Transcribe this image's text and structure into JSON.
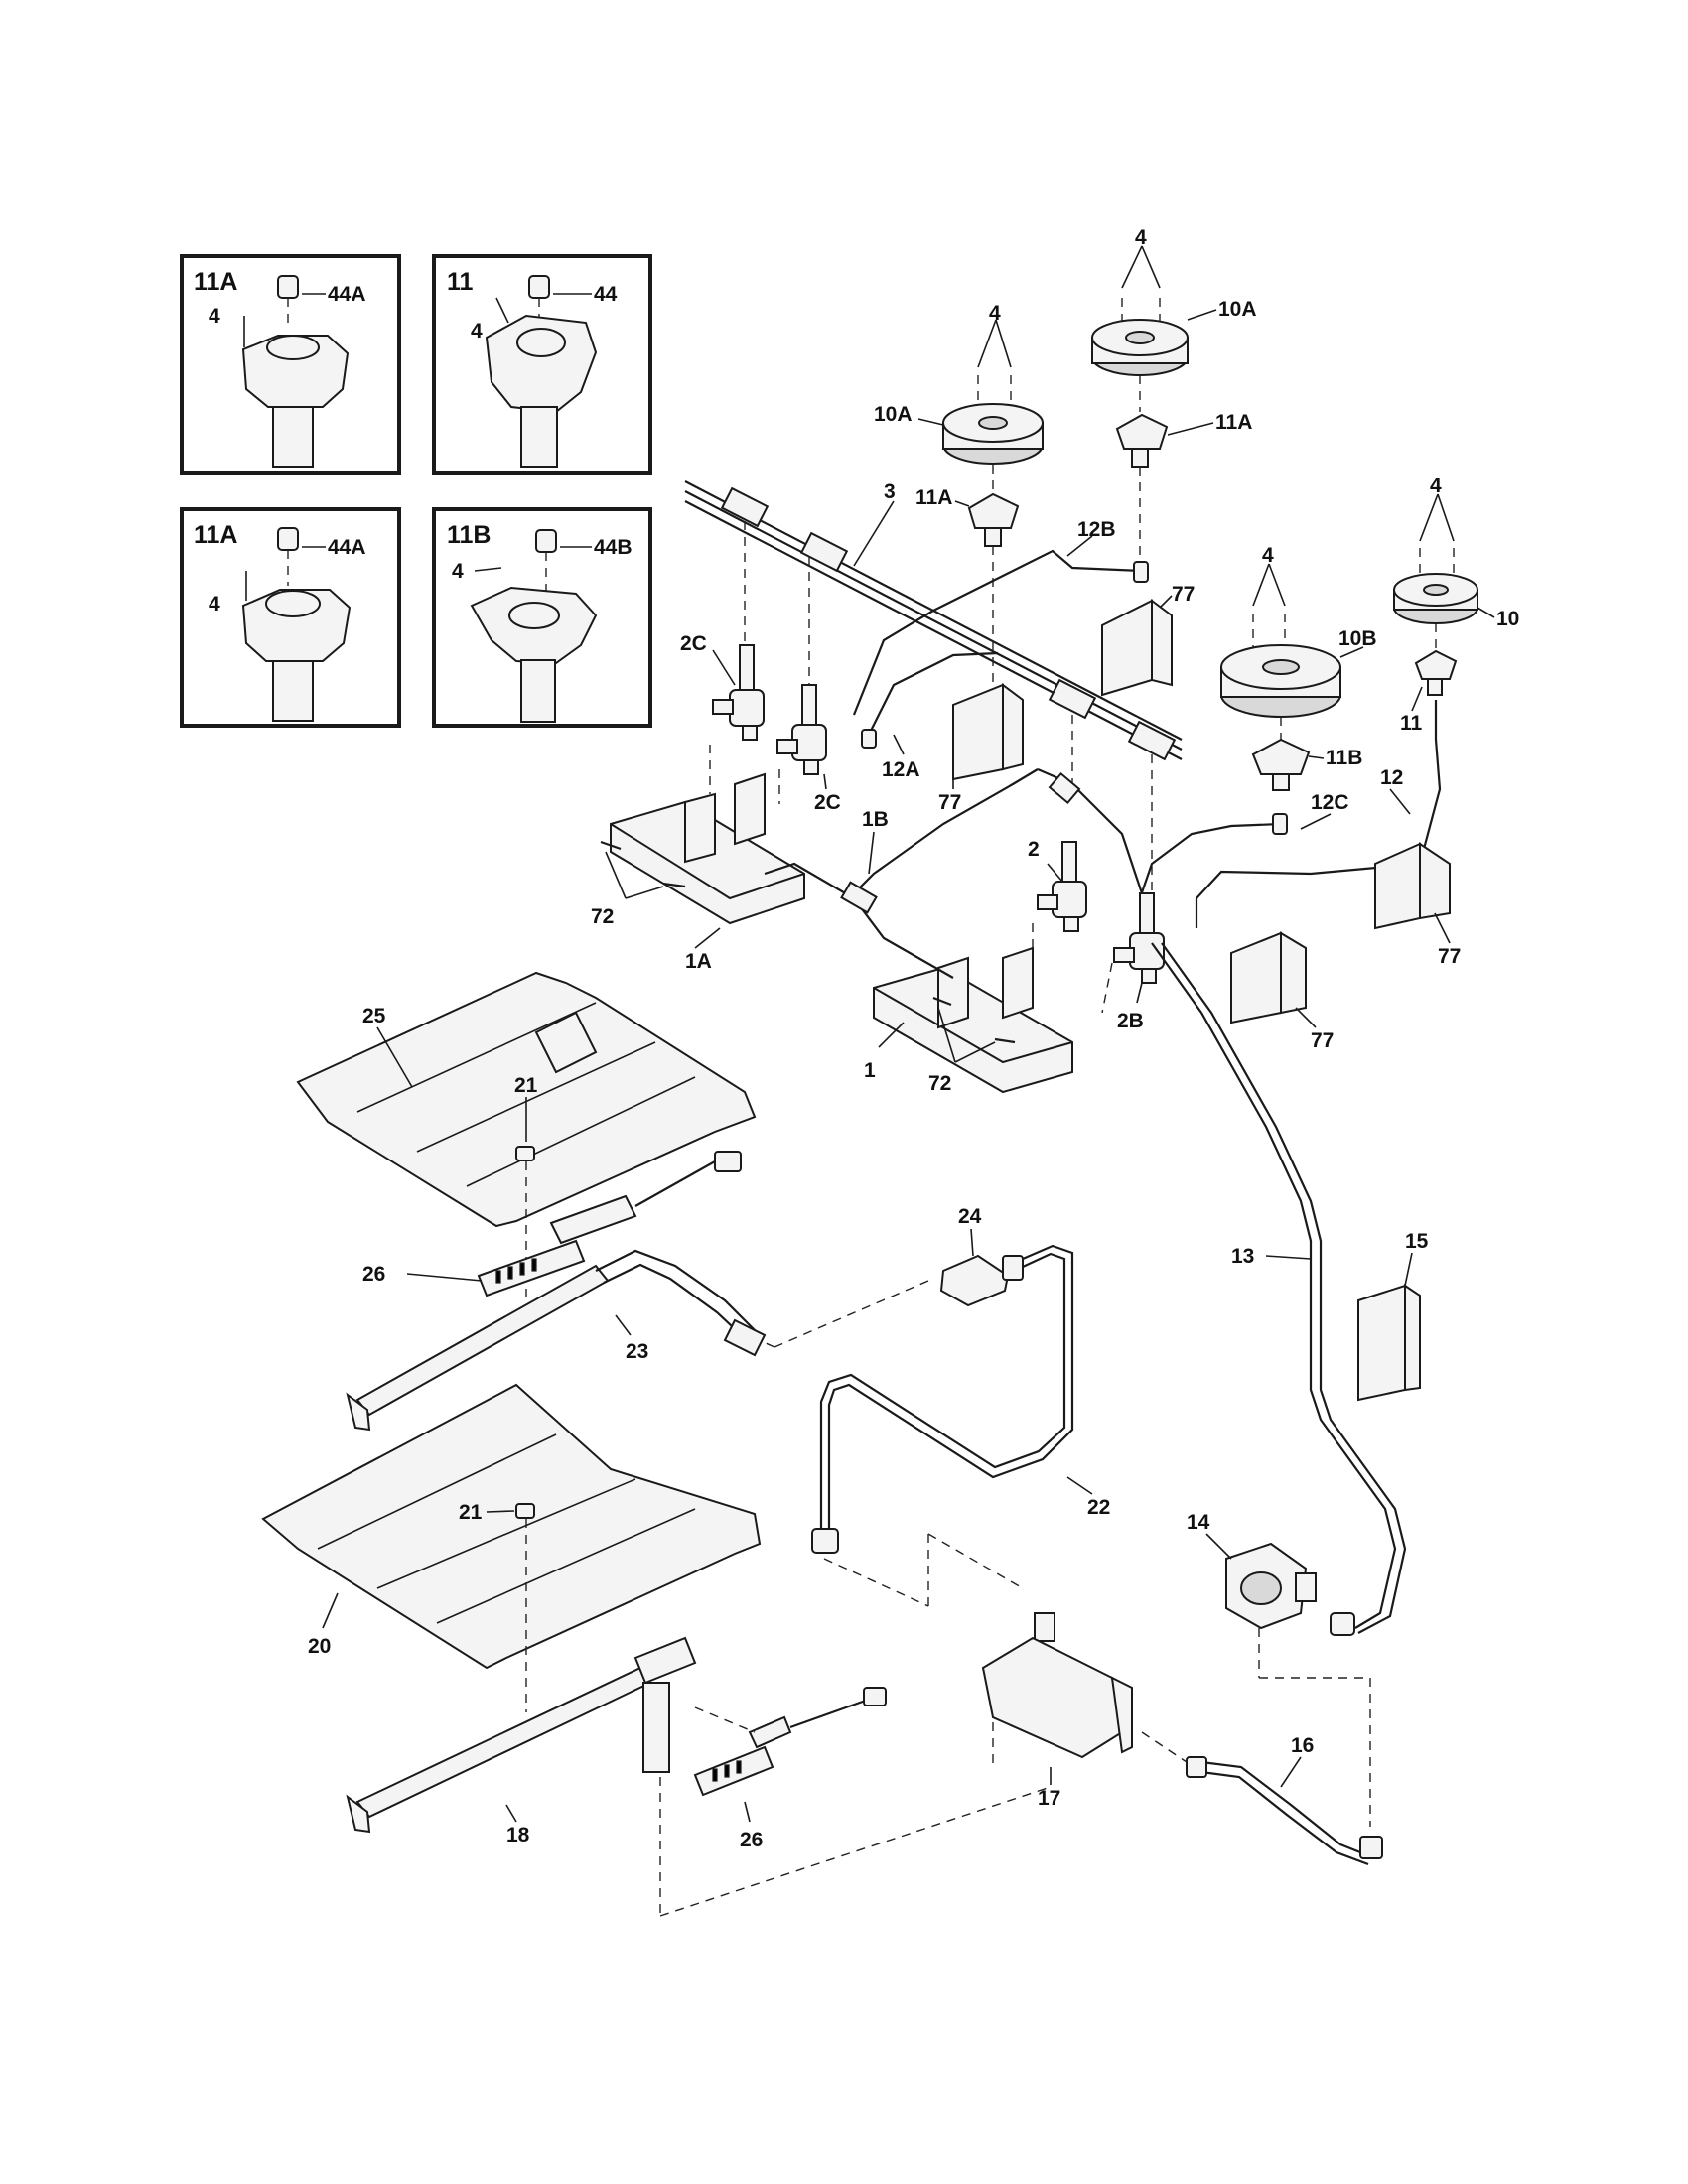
{
  "insets": [
    {
      "title": "11A",
      "screw_label": "44A",
      "pin_label": "4"
    },
    {
      "title": "11",
      "screw_label": "44",
      "pin_label": "4"
    },
    {
      "title": "11A",
      "screw_label": "44A",
      "pin_label": "4"
    },
    {
      "title": "11B",
      "screw_label": "44B",
      "pin_label": "4"
    }
  ],
  "callouts": {
    "screw_4_a": "4",
    "screw_4_b": "4",
    "screw_4_c": "4",
    "screw_4_d": "4",
    "cap_10A_left": "10A",
    "cap_10A_right": "10A",
    "cap_10B": "10B",
    "cap_10": "10",
    "head_11A_left": "11A",
    "head_11A_right": "11A",
    "head_11B": "11B",
    "head_11": "11",
    "manifold_pipe_3": "3",
    "tube_12B": "12B",
    "tube_12A": "12A",
    "tube_12C": "12C",
    "tube_12": "12",
    "bracket_77_a": "77",
    "bracket_77_b": "77",
    "bracket_77_c": "77",
    "bracket_77_d": "77",
    "valve_2C_a": "2C",
    "valve_2C_b": "2C",
    "valve_2": "2",
    "valve_2B": "2B",
    "tube_1B": "1B",
    "manifold_1A": "1A",
    "manifold_1": "1",
    "screw_72_a": "72",
    "screw_72_b": "72",
    "shield_25": "25",
    "nut_21_a": "21",
    "nut_21_b": "21",
    "igniter_26_a": "26",
    "igniter_26_b": "26",
    "burner_23": "23",
    "orifice_24": "24",
    "tube_13": "13",
    "bracket_15": "15",
    "tube_22": "22",
    "regulator_14": "14",
    "shield_20": "20",
    "burner_18": "18",
    "oven_valve_17": "17",
    "tube_16": "16"
  }
}
